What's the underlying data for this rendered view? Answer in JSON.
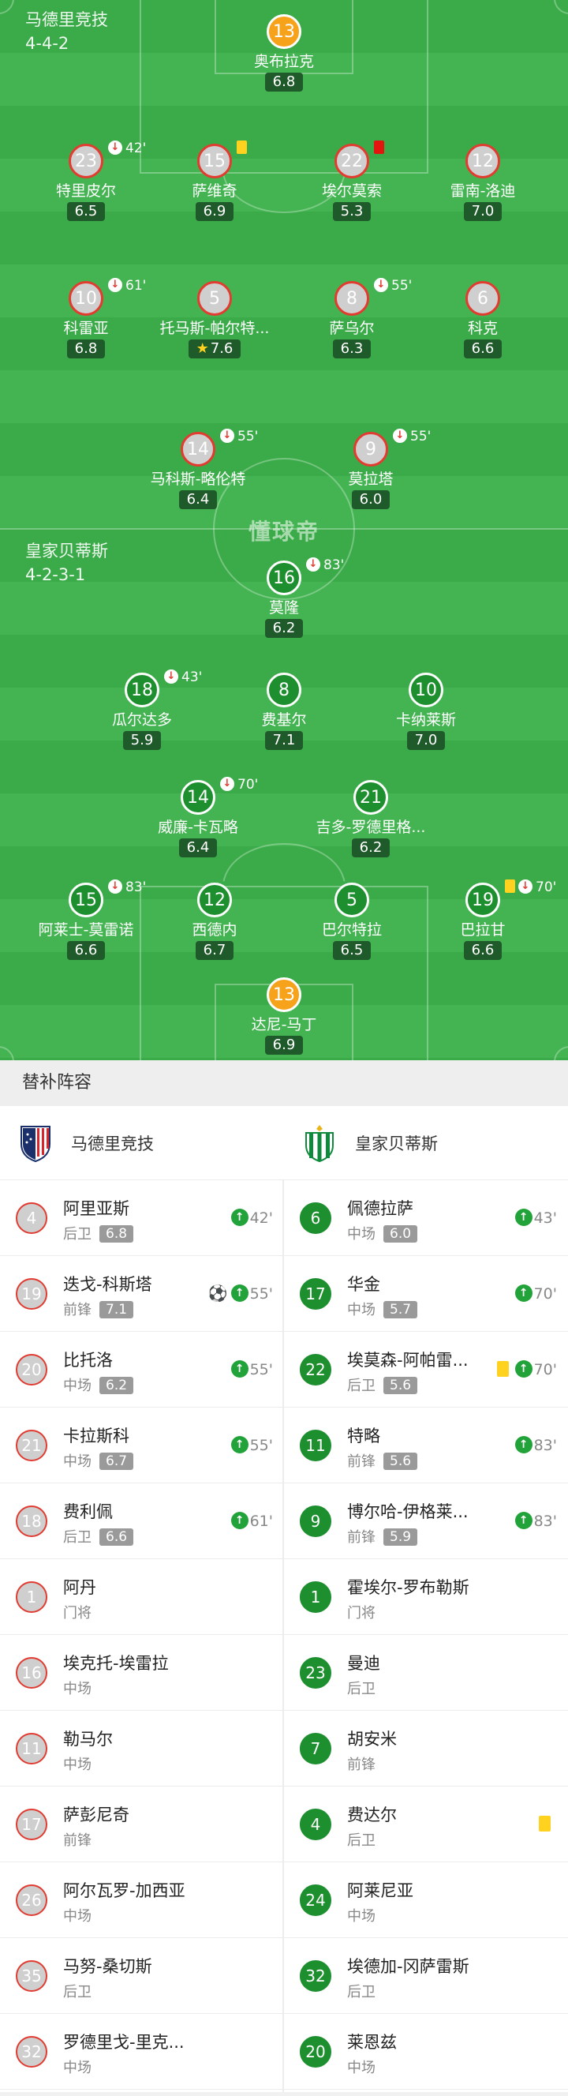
{
  "away_team": {
    "name": "马德里竞技",
    "formation": "4-4-2",
    "players": [
      {
        "num": "13",
        "name": "奥布拉克",
        "rating": "6.8",
        "gk": true
      },
      {
        "num": "23",
        "name": "特里皮尔",
        "rating": "6.5",
        "sub_out": "42'"
      },
      {
        "num": "15",
        "name": "萨维奇",
        "rating": "6.9",
        "card": "yellow"
      },
      {
        "num": "22",
        "name": "埃尔莫索",
        "rating": "5.3",
        "card": "red"
      },
      {
        "num": "12",
        "name": "雷南-洛迪",
        "rating": "7.0"
      },
      {
        "num": "10",
        "name": "科雷亚",
        "rating": "6.8",
        "sub_out": "61'"
      },
      {
        "num": "5",
        "name": "托马斯-帕尔特...",
        "rating": "7.6",
        "star": true
      },
      {
        "num": "8",
        "name": "萨乌尔",
        "rating": "6.3",
        "sub_out": "55'"
      },
      {
        "num": "6",
        "name": "科克",
        "rating": "6.6"
      },
      {
        "num": "14",
        "name": "马科斯-略伦特",
        "rating": "6.4",
        "sub_out": "55'"
      },
      {
        "num": "9",
        "name": "莫拉塔",
        "rating": "6.0",
        "sub_out": "55'"
      }
    ]
  },
  "home_team": {
    "name": "皇家贝蒂斯",
    "formation": "4-2-3-1",
    "players": [
      {
        "num": "16",
        "name": "莫隆",
        "rating": "6.2",
        "sub_out": "83'"
      },
      {
        "num": "18",
        "name": "瓜尔达多",
        "rating": "5.9",
        "sub_out": "43'"
      },
      {
        "num": "8",
        "name": "费基尔",
        "rating": "7.1"
      },
      {
        "num": "10",
        "name": "卡纳莱斯",
        "rating": "7.0"
      },
      {
        "num": "14",
        "name": "威廉-卡瓦略",
        "rating": "6.4",
        "sub_out": "70'"
      },
      {
        "num": "21",
        "name": "吉多-罗德里格...",
        "rating": "6.2"
      },
      {
        "num": "15",
        "name": "阿莱士-莫雷诺",
        "rating": "6.6",
        "sub_out": "83'"
      },
      {
        "num": "12",
        "name": "西德内",
        "rating": "6.7"
      },
      {
        "num": "5",
        "name": "巴尔特拉",
        "rating": "6.5"
      },
      {
        "num": "19",
        "name": "巴拉甘",
        "rating": "6.6",
        "card": "yellow",
        "sub_out": "70'"
      },
      {
        "num": "13",
        "name": "达尼-马丁",
        "rating": "6.9",
        "gk": true
      }
    ]
  },
  "watermark": "懂球帝",
  "subs": {
    "title": "替补阵容",
    "away": [
      {
        "num": "4",
        "name": "阿里亚斯",
        "pos": "后卫",
        "rating": "6.8",
        "sub_in": "42'"
      },
      {
        "num": "19",
        "name": "迭戈-科斯塔",
        "pos": "前锋",
        "rating": "7.1",
        "goal": true,
        "sub_in": "55'"
      },
      {
        "num": "20",
        "name": "比托洛",
        "pos": "中场",
        "rating": "6.2",
        "sub_in": "55'"
      },
      {
        "num": "21",
        "name": "卡拉斯科",
        "pos": "中场",
        "rating": "6.7",
        "sub_in": "55'"
      },
      {
        "num": "18",
        "name": "费利佩",
        "pos": "后卫",
        "rating": "6.6",
        "sub_in": "61'"
      },
      {
        "num": "1",
        "name": "阿丹",
        "pos": "门将"
      },
      {
        "num": "16",
        "name": "埃克托-埃雷拉",
        "pos": "中场"
      },
      {
        "num": "11",
        "name": "勒马尔",
        "pos": "中场"
      },
      {
        "num": "17",
        "name": "萨彭尼奇",
        "pos": "前锋"
      },
      {
        "num": "26",
        "name": "阿尔瓦罗-加西亚",
        "pos": "中场"
      },
      {
        "num": "35",
        "name": "马努-桑切斯",
        "pos": "后卫"
      },
      {
        "num": "32",
        "name": "罗德里戈-里克...",
        "pos": "中场"
      }
    ],
    "home": [
      {
        "num": "6",
        "name": "佩德拉萨",
        "pos": "中场",
        "rating": "6.0",
        "sub_in": "43'"
      },
      {
        "num": "17",
        "name": "华金",
        "pos": "中场",
        "rating": "5.7",
        "sub_in": "70'"
      },
      {
        "num": "22",
        "name": "埃莫森-阿帕雷...",
        "pos": "后卫",
        "rating": "5.6",
        "card": "yellow",
        "sub_in": "70'"
      },
      {
        "num": "11",
        "name": "特略",
        "pos": "前锋",
        "rating": "5.6",
        "sub_in": "83'"
      },
      {
        "num": "9",
        "name": "博尔哈-伊格莱...",
        "pos": "前锋",
        "rating": "5.9",
        "sub_in": "83'"
      },
      {
        "num": "1",
        "name": "霍埃尔-罗布勒斯",
        "pos": "门将"
      },
      {
        "num": "23",
        "name": "曼迪",
        "pos": "后卫"
      },
      {
        "num": "7",
        "name": "胡安米",
        "pos": "前锋"
      },
      {
        "num": "4",
        "name": "费达尔",
        "pos": "后卫",
        "card": "yellow"
      },
      {
        "num": "24",
        "name": "阿莱尼亚",
        "pos": "中场"
      },
      {
        "num": "32",
        "name": "埃德加-冈萨雷斯",
        "pos": "后卫"
      },
      {
        "num": "20",
        "name": "莱恩兹",
        "pos": "中场"
      }
    ]
  },
  "colors": {
    "pitch": "#3aab48",
    "away_ring": "#e23b30",
    "home_fill": "#1d8f2e",
    "goalkeeper": "#f6a21a",
    "rating_bg": "#1f5a2a",
    "sub_in_arrow": "#22a33a",
    "yellow_card": "#ffd21f",
    "red_card": "#e3150f"
  },
  "icons": {
    "sub_out": "arrow-down-circle-icon",
    "sub_in": "arrow-up-circle-icon",
    "goal": "football-icon",
    "star": "star-icon",
    "away_crest": "atletico-madrid-crest-icon",
    "home_crest": "real-betis-crest-icon"
  }
}
